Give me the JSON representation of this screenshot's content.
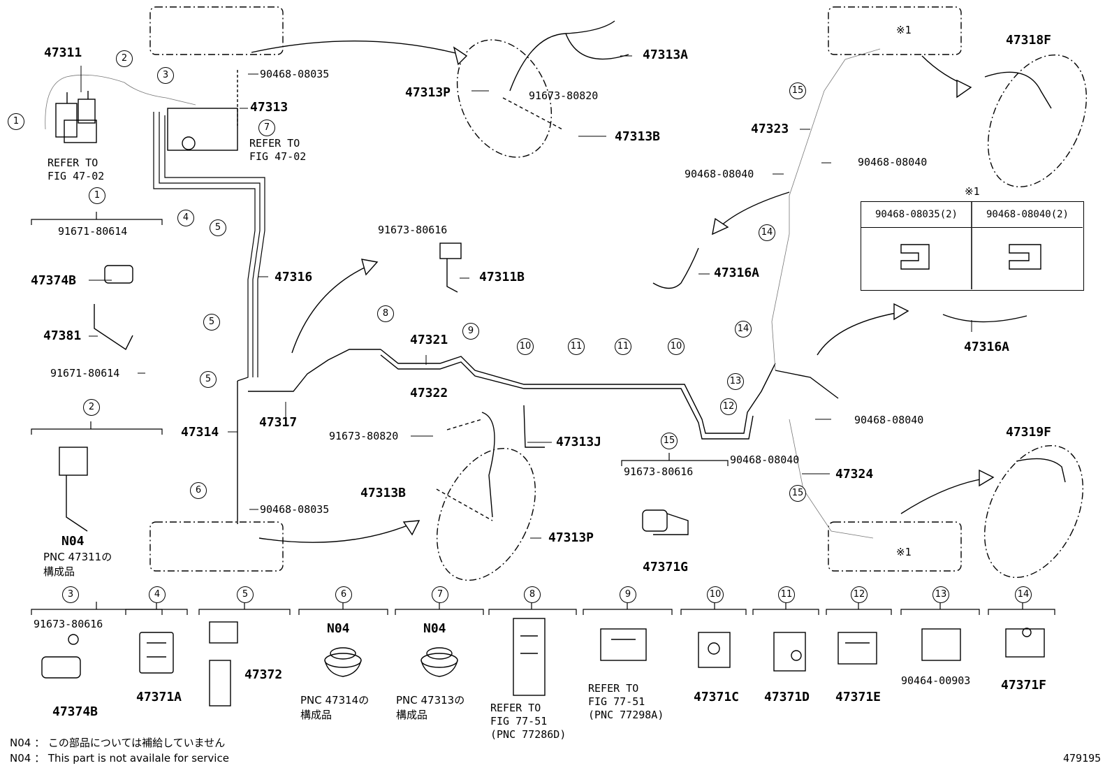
{
  "labels": {
    "p47311": "47311",
    "p90468_08035_a": "90468-08035",
    "p47313": "47313",
    "ref1": "REFER TO\nFIG 47-02",
    "ref2": "REFER TO\nFIG 47-02",
    "p91671_80614_a": "91671-80614",
    "p47374B_a": "47374B",
    "p47381": "47381",
    "p91671_80614_b": "91671-80614",
    "p91673_80616_a": "91673-80616",
    "p47311B": "47311B",
    "p47316": "47316",
    "p47321": "47321",
    "p47322": "47322",
    "p47317": "47317",
    "p47314": "47314",
    "p91673_80820_a": "91673-80820",
    "p47313J": "47313J",
    "p47313B_a": "47313B",
    "p47313P_a": "47313P",
    "p90468_08035_b": "90468-08035",
    "p91673_80616_b": "91673-80616",
    "p47371G": "47371G",
    "p47313A": "47313A",
    "p47313P_b": "47313P",
    "p91673_80820_b": "91673-80820",
    "p47313B_b": "47313B",
    "p47318F": "47318F",
    "p47323": "47323",
    "p90468_08040_a": "90468-08040",
    "p90468_08040_b": "90468-08040",
    "p47316A_a": "47316A",
    "p47316A_b": "47316A",
    "p90468_08040_c": "90468-08040",
    "p90468_08040_d": "90468-08040",
    "p47324": "47324",
    "p47319F": "47319F",
    "p91673_80616_c": "91673-80616",
    "p47374B_b": "47374B",
    "p47371A": "47371A",
    "p47372": "47372",
    "n04_a": "N04",
    "n04_b": "N04",
    "n04_c": "N04",
    "pnc47311": "PNC 47311の\n構成品",
    "pnc47314": "PNC 47314の\n構成品",
    "pnc47313": "PNC 47313の\n構成品",
    "ref77286": "REFER TO\nFIG 77-51\n(PNC 77286D)",
    "ref77298": "REFER TO\nFIG 77-51\n(PNC 77298A)",
    "p47371C": "47371C",
    "p47371D": "47371D",
    "p47371E": "47371E",
    "p90464_00903": "90464-00903",
    "p47371F": "47371F",
    "mark1_a": "※1",
    "mark1_b": "※1",
    "mark1_c": "※1"
  },
  "table": {
    "mark": "※1",
    "col1": "90468-08035(2)",
    "col2": "90468-08040(2)"
  },
  "notes": {
    "jp": "N04 ： この部品については補給していません",
    "en": "N04 ：  This part is not availale for service"
  },
  "figure_number": "479195",
  "callouts": [
    "1",
    "2",
    "3",
    "4",
    "5",
    "6",
    "7",
    "8",
    "9",
    "10",
    "11",
    "12",
    "13",
    "14",
    "15"
  ]
}
